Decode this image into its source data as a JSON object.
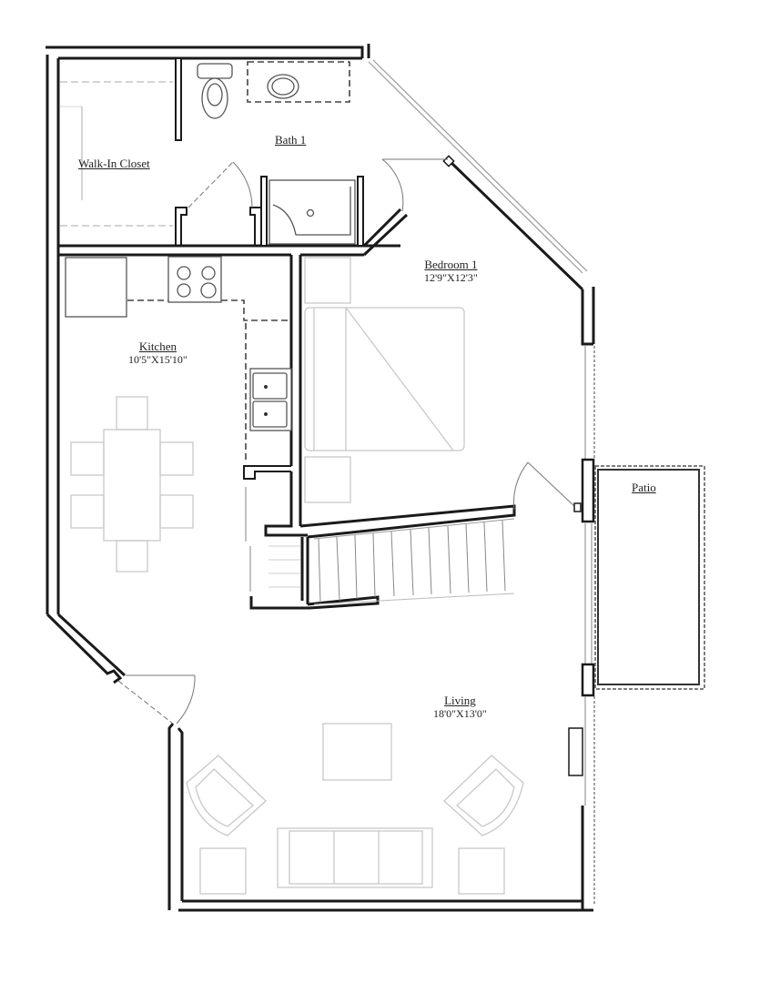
{
  "floorplan": {
    "rooms": [
      {
        "id": "walk-in-closet",
        "name": "Walk-In Closet",
        "dims": ""
      },
      {
        "id": "bath-1",
        "name": "Bath 1",
        "dims": ""
      },
      {
        "id": "bedroom-1",
        "name": "Bedroom 1",
        "dims": "12'9\"X12'3\""
      },
      {
        "id": "kitchen",
        "name": "Kitchen",
        "dims": "10'5\"X15'10\""
      },
      {
        "id": "living",
        "name": "Living",
        "dims": "18'0\"X13'0\""
      },
      {
        "id": "patio",
        "name": "Patio",
        "dims": ""
      }
    ],
    "fixtures": [
      "toilet",
      "vanity-sink",
      "shower",
      "range",
      "refrigerator",
      "double-sink",
      "stairs",
      "dining-table",
      "bed",
      "sofa",
      "armchairs",
      "coffee-table",
      "end-tables"
    ],
    "colors": {
      "wall": "#1a1a1a",
      "furniture": "#c8c8c8",
      "background": "#ffffff"
    }
  }
}
